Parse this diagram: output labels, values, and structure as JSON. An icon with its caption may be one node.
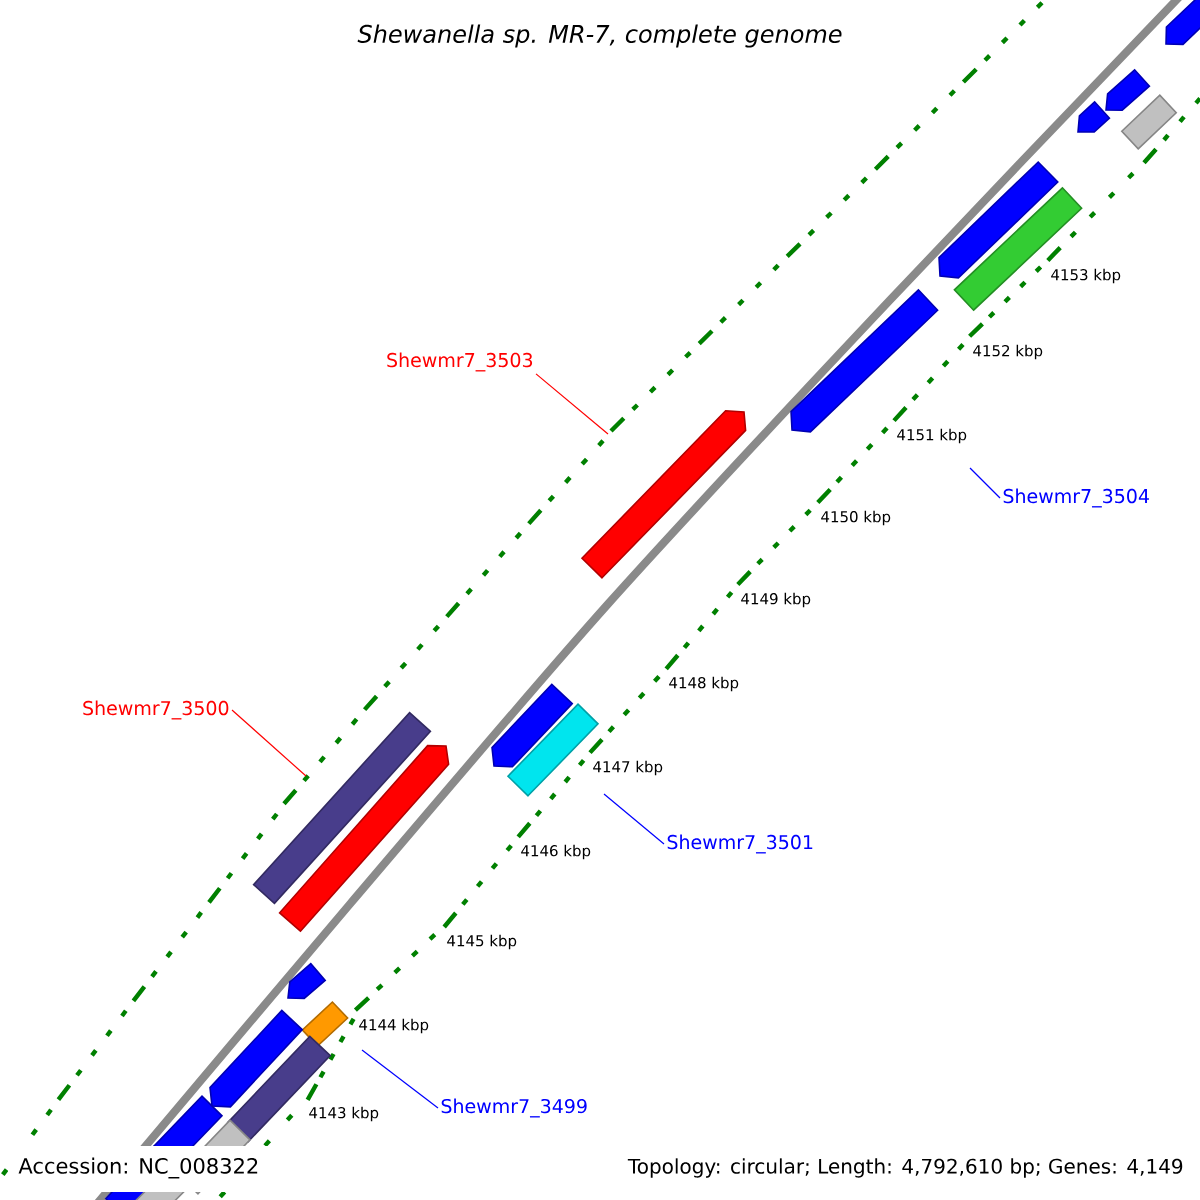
{
  "diagram": {
    "title": "Shewanella sp. MR-7, complete genome",
    "nodes": [
      {
        "text": [
          "Shewmr7_3503"
        ]
      },
      {
        "text": [
          "Shewmr7_3504"
        ]
      },
      {
        "text": [
          "Shewmr7_3500"
        ]
      },
      {
        "text": [
          "Shewmr7_3501"
        ]
      },
      {
        "text": [
          "Shewmr7_3499"
        ]
      }
    ],
    "edges": [
      {
        "from": 0,
        "to": null,
        "arrow": "none",
        "color": "#ff0000"
      },
      {
        "from": 1,
        "to": null,
        "arrow": "none"
      },
      {
        "from": 2,
        "to": null,
        "arrow": "none",
        "color": "#ff0000"
      },
      {
        "from": 3,
        "to": null,
        "arrow": "none"
      },
      {
        "from": 4,
        "to": null,
        "arrow": "none"
      }
    ],
    "labels": [
      "4153 kbp",
      "4152 kbp",
      "4151 kbp",
      "4150 kbp",
      "4149 kbp",
      "4148 kbp",
      "4147 kbp",
      "4146 kbp",
      "4145 kbp",
      "4144 kbp",
      "4143 kbp",
      "Accession: NC_008322",
      "Topology: circular; Length: 4,792,610 bp; Genes: 4,149"
    ]
  }
}
